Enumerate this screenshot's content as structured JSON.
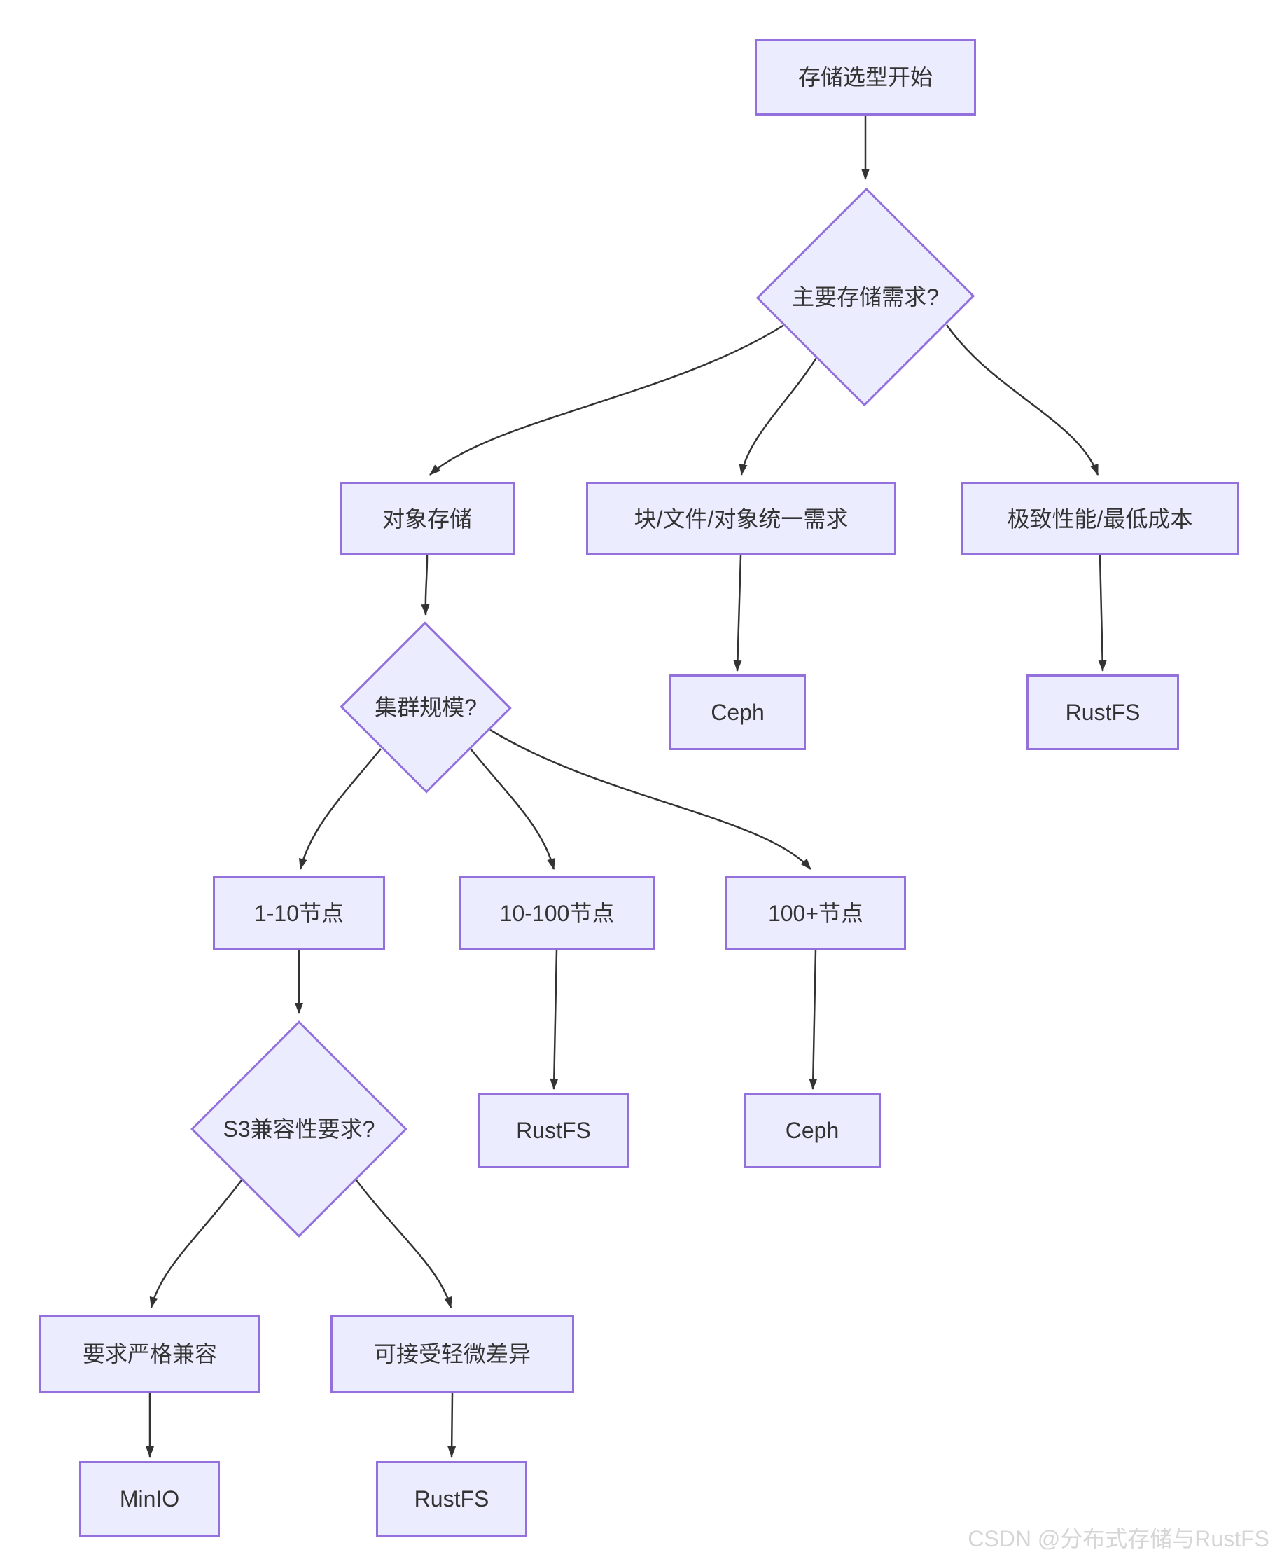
{
  "diagram": {
    "type": "flowchart",
    "direction": "top-down",
    "colors": {
      "node_fill": "#ECECFF",
      "node_border": "#9370DB",
      "edge": "#333333",
      "text": "#333333",
      "watermark_text_color": "#d6d6d6"
    },
    "nodes": {
      "start": {
        "label": "存储选型开始",
        "shape": "rectangle"
      },
      "main_need": {
        "label": "主要存储需求?",
        "shape": "diamond"
      },
      "object_storage": {
        "label": "对象存储",
        "shape": "rectangle"
      },
      "unified_need": {
        "label": "块/文件/对象统一需求",
        "shape": "rectangle"
      },
      "extreme_perf": {
        "label": "极致性能/最低成本",
        "shape": "rectangle"
      },
      "ceph_unified": {
        "label": "Ceph",
        "shape": "rectangle"
      },
      "rustfs_perf": {
        "label": "RustFS",
        "shape": "rectangle"
      },
      "cluster_scale": {
        "label": "集群规模?",
        "shape": "diamond"
      },
      "nodes_1_10": {
        "label": "1-10节点",
        "shape": "rectangle"
      },
      "nodes_10_100": {
        "label": "10-100节点",
        "shape": "rectangle"
      },
      "nodes_100_plus": {
        "label": "100+节点",
        "shape": "rectangle"
      },
      "s3_compat": {
        "label": "S3兼容性要求?",
        "shape": "diamond"
      },
      "rustfs_mid": {
        "label": "RustFS",
        "shape": "rectangle"
      },
      "ceph_large": {
        "label": "Ceph",
        "shape": "rectangle"
      },
      "strict_compat": {
        "label": "要求严格兼容",
        "shape": "rectangle"
      },
      "minor_diff": {
        "label": "可接受轻微差异",
        "shape": "rectangle"
      },
      "minio": {
        "label": "MinIO",
        "shape": "rectangle"
      },
      "rustfs_minor": {
        "label": "RustFS",
        "shape": "rectangle"
      }
    },
    "edges": [
      {
        "from": "start",
        "to": "main_need"
      },
      {
        "from": "main_need",
        "to": "object_storage"
      },
      {
        "from": "main_need",
        "to": "unified_need"
      },
      {
        "from": "main_need",
        "to": "extreme_perf"
      },
      {
        "from": "unified_need",
        "to": "ceph_unified"
      },
      {
        "from": "extreme_perf",
        "to": "rustfs_perf"
      },
      {
        "from": "object_storage",
        "to": "cluster_scale"
      },
      {
        "from": "cluster_scale",
        "to": "nodes_1_10"
      },
      {
        "from": "cluster_scale",
        "to": "nodes_10_100"
      },
      {
        "from": "cluster_scale",
        "to": "nodes_100_plus"
      },
      {
        "from": "nodes_1_10",
        "to": "s3_compat"
      },
      {
        "from": "nodes_10_100",
        "to": "rustfs_mid"
      },
      {
        "from": "nodes_100_plus",
        "to": "ceph_large"
      },
      {
        "from": "s3_compat",
        "to": "strict_compat"
      },
      {
        "from": "s3_compat",
        "to": "minor_diff"
      },
      {
        "from": "strict_compat",
        "to": "minio"
      },
      {
        "from": "minor_diff",
        "to": "rustfs_minor"
      }
    ],
    "watermark": "CSDN @分布式存储与RustFS"
  }
}
